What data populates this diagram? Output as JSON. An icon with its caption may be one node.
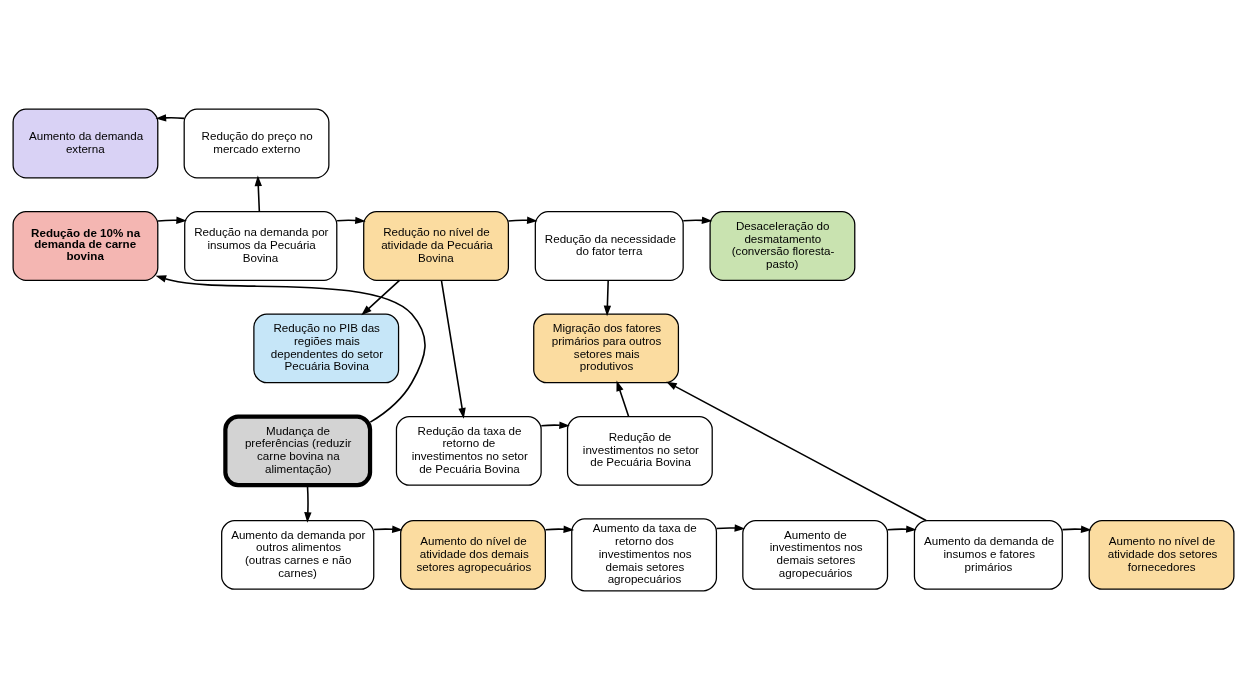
{
  "diagram": {
    "nodes": [
      {
        "text": [
          "Aumento da demanda externa"
        ]
      },
      {
        "text": [
          "Redução do preço no mercado externo"
        ]
      },
      {
        "text": [
          "Redução de 10% na demanda de carne bovina"
        ]
      },
      {
        "text": [
          "Redução na demanda por insumos da Pecuária Bovina"
        ]
      },
      {
        "text": [
          "Redução no nível de atividade da Pecuária Bovina"
        ]
      },
      {
        "text": [
          "Redução da necessidade do fator terra"
        ]
      },
      {
        "text": [
          "Desaceleração do desmatamento (conversão floresta-pasto)"
        ]
      },
      {
        "text": [
          "Redução no PIB das regiões mais dependentes do setor Pecuária Bovina"
        ]
      },
      {
        "text": [
          "Migração dos fatores primários para outros setores mais produtivos"
        ]
      },
      {
        "text": [
          "Mudança de preferências (reduzir carne bovina na alimentação)"
        ]
      },
      {
        "text": [
          "Redução da taxa de retorno de investimentos no setor de Pecuária Bovina"
        ]
      },
      {
        "text": [
          "Redução de investimentos no setor de Pecuária Bovina"
        ]
      },
      {
        "text": [
          "Aumento da demanda por outros alimentos (outras carnes e não carnes)"
        ]
      },
      {
        "text": [
          "Aumento do nível de atividade dos demais setores agropecuários"
        ]
      },
      {
        "text": [
          "Aumento da taxa de retorno dos investimentos nos demais setores agropecuários"
        ]
      },
      {
        "text": [
          "Aumento de investimentos nos demais setores agropecuários"
        ]
      },
      {
        "text": [
          "Aumento da demanda de insumos e fatores primários"
        ]
      },
      {
        "text": [
          "Aumento no nível de atividade dos setores fornecedores"
        ]
      }
    ],
    "edges": [
      {
        "from": 1,
        "to": 0,
        "arrow": "to"
      },
      {
        "from": 3,
        "to": 1,
        "arrow": "to"
      },
      {
        "from": 2,
        "to": 3,
        "arrow": "to"
      },
      {
        "from": 3,
        "to": 4,
        "arrow": "to"
      },
      {
        "from": 4,
        "to": 5,
        "arrow": "to"
      },
      {
        "from": 5,
        "to": 6,
        "arrow": "to"
      },
      {
        "from": 4,
        "to": 7,
        "arrow": "to"
      },
      {
        "from": 5,
        "to": 8,
        "arrow": "to"
      },
      {
        "from": 4,
        "to": 10,
        "arrow": "to"
      },
      {
        "from": 10,
        "to": 11,
        "arrow": "to"
      },
      {
        "from": 11,
        "to": 8,
        "arrow": "to"
      },
      {
        "from": 9,
        "to": 2,
        "arrow": "to"
      },
      {
        "from": 9,
        "to": 12,
        "arrow": "to"
      },
      {
        "from": 12,
        "to": 13,
        "arrow": "to"
      },
      {
        "from": 13,
        "to": 14,
        "arrow": "to"
      },
      {
        "from": 14,
        "to": 15,
        "arrow": "to"
      },
      {
        "from": 15,
        "to": 16,
        "arrow": "to"
      },
      {
        "from": 16,
        "to": 8,
        "arrow": "to"
      },
      {
        "from": 16,
        "to": 17,
        "arrow": "to"
      }
    ]
  }
}
